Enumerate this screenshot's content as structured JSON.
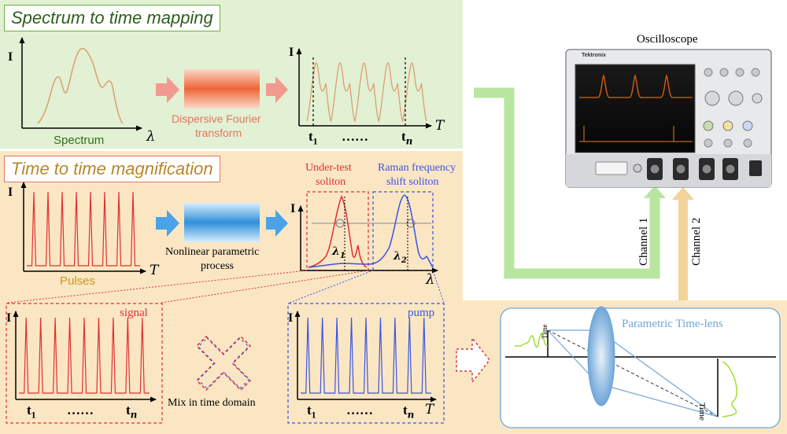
{
  "sections": {
    "spectrum_mapping": {
      "title": "Spectrum to time mapping"
    },
    "time_magnification": {
      "title": "Time to time magnification"
    }
  },
  "spectrum_panel": {
    "y_axis": "I",
    "x_axis": "λ",
    "caption": "Spectrum"
  },
  "dispersive": {
    "line1": "Dispersive Fourier",
    "line2": "transform"
  },
  "time_mapped_panel": {
    "y_axis": "I",
    "x_axis": "T",
    "t_first": "t",
    "t_first_sub": "1",
    "dots": "……",
    "t_last": "t",
    "t_last_sub": "n"
  },
  "pulses_panel": {
    "y_axis": "I",
    "x_axis": "T",
    "caption": "Pulses"
  },
  "parametric": {
    "line1": "Nonlinear parametric",
    "line2": "process"
  },
  "soliton_panel": {
    "y_axis": "I",
    "x_axis": "λ",
    "under_test_line1": "Under-test",
    "under_test_line2": "soliton",
    "raman_line1": "Raman frequency",
    "raman_line2": "shift soliton",
    "lambda1": "λ",
    "lambda1_sub": "1",
    "lambda2": "λ",
    "lambda2_sub": "2"
  },
  "signal_panel": {
    "y_axis": "I",
    "label": "signal",
    "t_first": "t",
    "t_first_sub": "1",
    "dots": "……",
    "t_last": "t",
    "t_last_sub": "n"
  },
  "mix": {
    "label": "Mix in time domain"
  },
  "pump_panel": {
    "y_axis": "I",
    "label": "pump",
    "x_axis": "T",
    "t_first": "t",
    "t_first_sub": "1",
    "dots": "……",
    "t_last": "t",
    "t_last_sub": "n"
  },
  "time_lens": {
    "title": "Parametric Time-lens",
    "time_label_small": "Time",
    "time_label_large": "Time"
  },
  "oscilloscope": {
    "title": "Oscilloscope",
    "brand": "Tektronix",
    "channel1": "Channel 1",
    "channel2": "Channel 2"
  },
  "colors": {
    "green_bg": "#e2f0d4",
    "orange_bg": "#fbe6c4",
    "spectrum_trace": "#d9a070",
    "red": "#e03030",
    "blue": "#3a55e0",
    "arrow_red": "#f29a90",
    "arrow_blue": "#4aa3e8",
    "channel_green": "#b8e6a0",
    "channel_orange": "#f2d39a",
    "lens_blue": "#6fa6d8"
  }
}
